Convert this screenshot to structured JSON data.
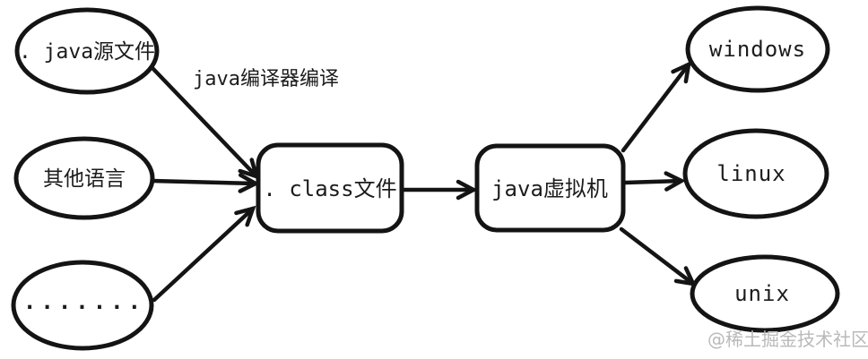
{
  "diagram": {
    "title": "java compilation and cross-platform flow diagram",
    "nodes": {
      "java_source": ". java源文件",
      "other_lang": "其他语言",
      "dots": ".......",
      "class_file": ". class文件",
      "jvm": "java虚拟机",
      "windows": "windows",
      "linux": "linux",
      "unix": "unix"
    },
    "edge_label": "java编译器编译",
    "watermark": "@稀土掘金技术社区",
    "colors": {
      "stroke": "#141414",
      "background": "#ffffff",
      "watermark": "#b9b9b9"
    }
  }
}
